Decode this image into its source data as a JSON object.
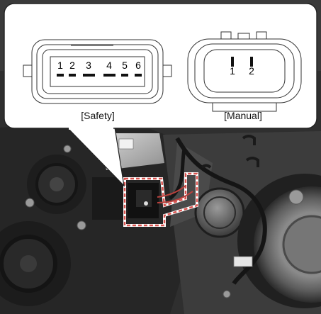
{
  "callout": {
    "safety": {
      "label": "[Safety]",
      "pins": [
        "1",
        "2",
        "3",
        "4",
        "5",
        "6"
      ]
    },
    "manual": {
      "label": "[Manual]",
      "pins": [
        "1",
        "2"
      ]
    }
  },
  "colors": {
    "photo_dark": "#2a2a2a",
    "photo_mid": "#6e6e6e",
    "highlight_dash": "#d9534f",
    "callout_border": "#222222"
  },
  "icons": [
    "safety-connector-face-icon",
    "manual-connector-face-icon",
    "highlighted-connector-icon"
  ]
}
